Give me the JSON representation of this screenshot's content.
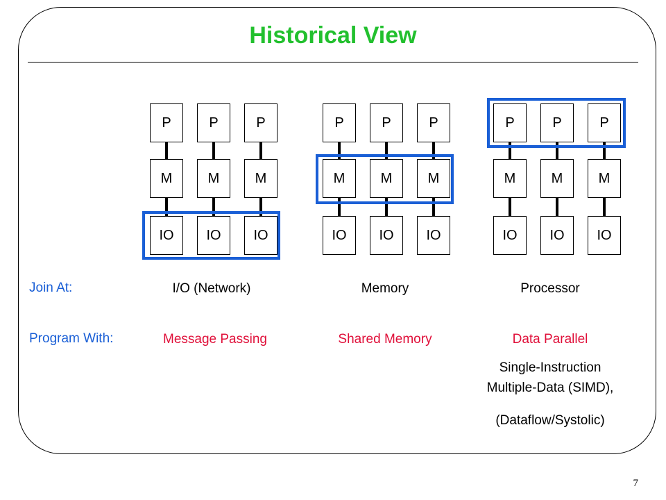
{
  "title": "Historical View",
  "page_number": "7",
  "box_labels": {
    "processor": "P",
    "memory": "M",
    "io": "IO"
  },
  "row_labels": {
    "join_at": "Join At:",
    "program_with": "Program With:"
  },
  "groups": [
    {
      "join": "I/O (Network)",
      "program": "Message Passing",
      "highlight_row": "io"
    },
    {
      "join": "Memory",
      "program": "Shared Memory",
      "highlight_row": "memory"
    },
    {
      "join": "Processor",
      "program": "Data Parallel",
      "highlight_row": "processor"
    }
  ],
  "simd_note": {
    "line1": "Single-Instruction",
    "line2": "Multiple-Data (SIMD),",
    "line3": "(Dataflow/Systolic)"
  },
  "colors": {
    "title": "#22c02e",
    "highlight": "#1a5fd6",
    "row_label": "#1a5fd6",
    "program": "#e0103a"
  }
}
